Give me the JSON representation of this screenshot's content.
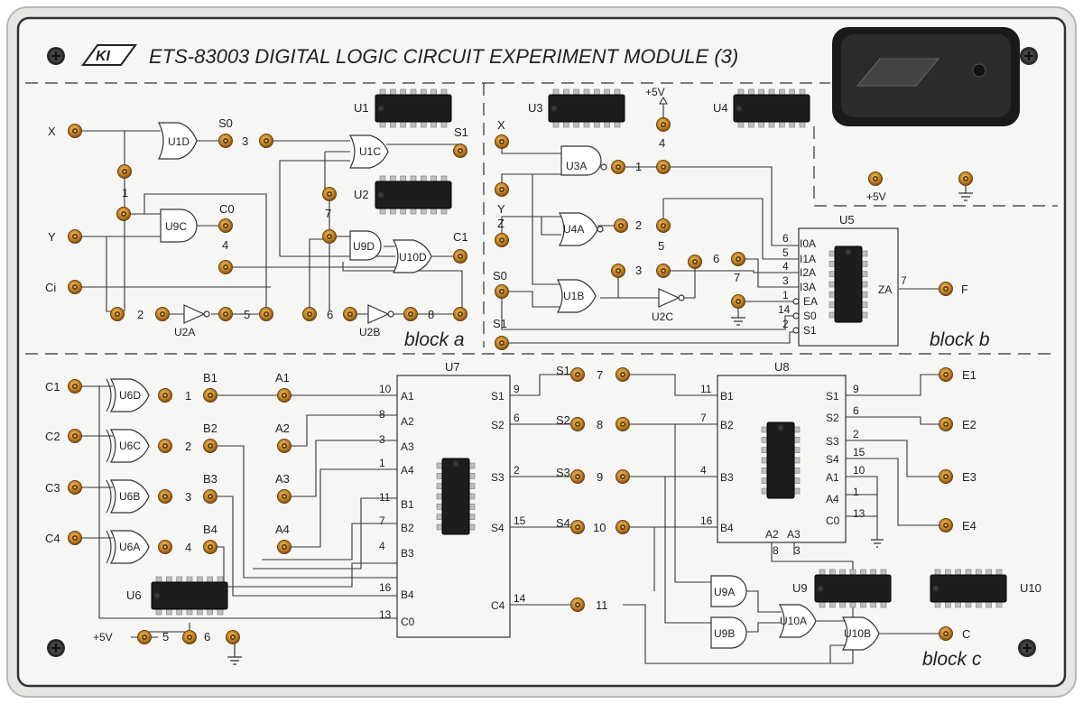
{
  "header": {
    "logo_text": "KI",
    "title": "ETS-83003 DIGITAL LOGIC CIRCUIT EXPERIMENT MODULE (3)"
  },
  "blocks": {
    "a": "block a",
    "b": "block b",
    "c": "block c"
  },
  "chips": {
    "u1": "U1",
    "u2": "U2",
    "u3": "U3",
    "u4": "U4",
    "u5": "U5",
    "u6": "U6",
    "u7": "U7",
    "u8": "U8",
    "u9": "U9",
    "u10": "U10"
  },
  "gates": {
    "u1d": "U1D",
    "u1c": "U1C",
    "u9c": "U9C",
    "u9d": "U9D",
    "u10d": "U10D",
    "u2a": "U2A",
    "u2b": "U2B",
    "u3a": "U3A",
    "u4a": "U4A",
    "u1b": "U1B",
    "u2c": "U2C",
    "u6d": "U6D",
    "u6c": "U6C",
    "u6b": "U6B",
    "u6a": "U6A",
    "u9a": "U9A",
    "u9b": "U9B",
    "u10a": "U10A",
    "u10b": "U10B"
  },
  "block_a": {
    "x": "X",
    "y": "Y",
    "ci": "Ci",
    "s0": "S0",
    "s1": "S1",
    "c0": "C0",
    "c1": "C1",
    "n1": "1",
    "n2": "2",
    "n3": "3",
    "n4": "4",
    "n5": "5",
    "n6": "6",
    "n7": "7",
    "n8": "8"
  },
  "block_b": {
    "x": "X",
    "y": "Y",
    "z": "Z",
    "s0": "S0",
    "s1": "S1",
    "f": "F",
    "vcc": "+5V",
    "vcc2": "+5V",
    "n1": "1",
    "n2": "2",
    "n3": "3",
    "n4": "4",
    "n5": "5",
    "n6": "6",
    "n7": "7",
    "pins": [
      "6",
      "5",
      "4",
      "3",
      "1",
      "14",
      "2"
    ],
    "inputs": [
      "I0A",
      "I1A",
      "I2A",
      "I3A",
      "EA",
      "S0",
      "S1"
    ],
    "za": "ZA",
    "za_pin": "7"
  },
  "block_c": {
    "c_in": [
      "C1",
      "C2",
      "C3",
      "C4"
    ],
    "b": [
      "B1",
      "B2",
      "B3",
      "B4"
    ],
    "a": [
      "A1",
      "A2",
      "A3",
      "A4"
    ],
    "bnum": [
      "1",
      "2",
      "3",
      "4"
    ],
    "s": [
      "S1",
      "S2",
      "S3",
      "S4"
    ],
    "snum": [
      "7",
      "8",
      "9",
      "10"
    ],
    "e": [
      "E1",
      "E2",
      "E3",
      "E4"
    ],
    "c4_jack": "11",
    "c_out": "C",
    "vcc": "+5V",
    "n5": "5",
    "n6": "6",
    "u7_left": [
      "A1",
      "A2",
      "A3",
      "A4",
      "B1",
      "B2",
      "B3",
      "B4",
      "C0"
    ],
    "u7_left_pins": [
      "10",
      "8",
      "3",
      "1",
      "11",
      "7",
      "4",
      "16",
      "13"
    ],
    "u7_right": [
      "S1",
      "S2",
      "S3",
      "S4",
      "C4"
    ],
    "u7_right_pins": [
      "9",
      "6",
      "2",
      "15",
      "14"
    ],
    "u8_left": [
      "B1",
      "B2",
      "B3",
      "B4"
    ],
    "u8_left_pins": [
      "11",
      "7",
      "4",
      "16"
    ],
    "u8_right": [
      "S1",
      "S2",
      "S3",
      "S4",
      "A1",
      "A4",
      "C0"
    ],
    "u8_right_pins": [
      "9",
      "6",
      "2",
      "15",
      "10",
      "1",
      "13"
    ],
    "u8_bottom": [
      "A2",
      "A3"
    ],
    "u8_bottom_pins": [
      "8",
      "3"
    ]
  }
}
